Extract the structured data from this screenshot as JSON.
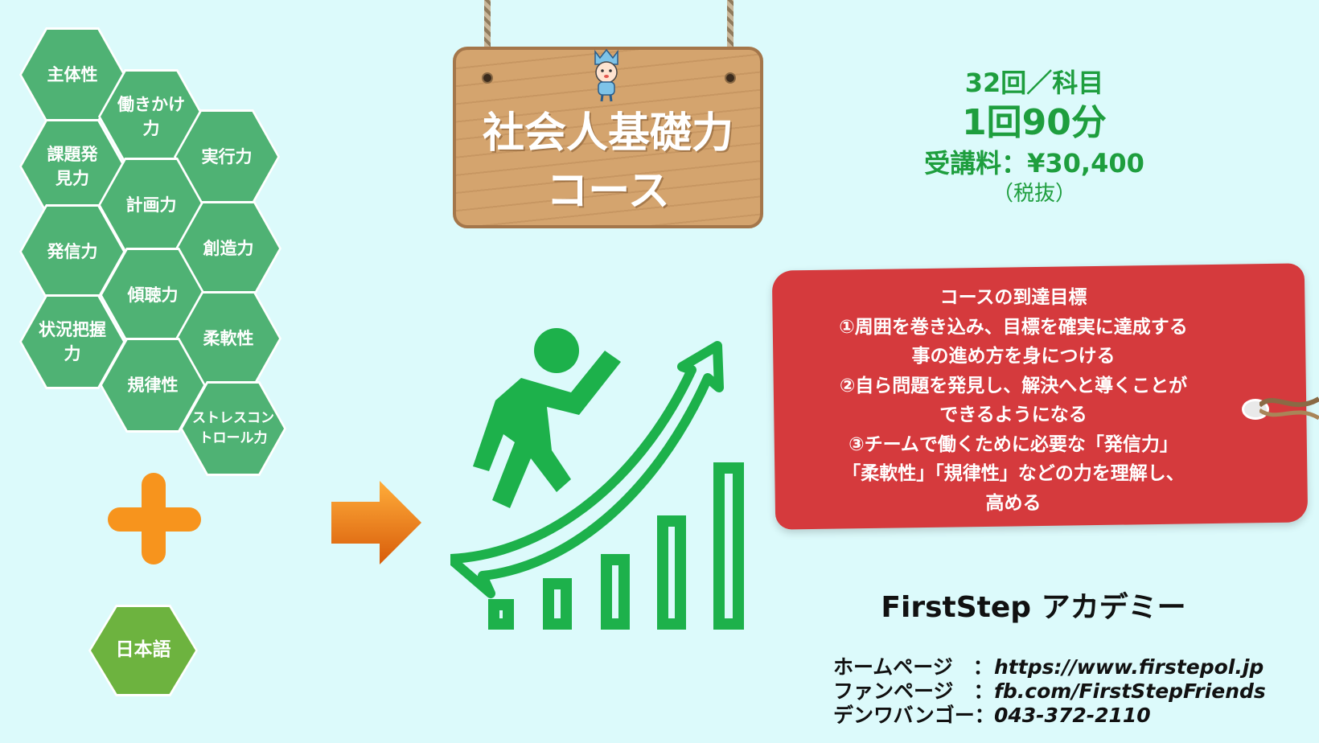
{
  "skills": [
    "主体性",
    "働きかけ力",
    "課題発見力",
    "実行力",
    "計画力",
    "発信力",
    "創造力",
    "傾聴力",
    "状況把握力",
    "柔軟性",
    "規律性",
    "ストレスコントロール力"
  ],
  "language": "日本語",
  "sign": {
    "line1": "社会人基礎力",
    "line2": "コース"
  },
  "course_info": {
    "sessions": "32回／科目",
    "duration": "1回90分",
    "fee": "受講料：¥30,400",
    "tax_note": "（税抜）"
  },
  "goals": {
    "title": "コースの到達目標",
    "lines": [
      "①周囲を巻き込み、目標を確実に達成する",
      "事の進め方を身につける",
      "②自ら問題を発見し、解決へと導くことが",
      "できるようになる",
      "③チームで働くために必要な「発信力」",
      "「柔軟性」「規律性」などの力を理解し、",
      "高める"
    ]
  },
  "company": "FirstStep アカデミー",
  "contact": {
    "homepage_label": "ホームページ　：",
    "homepage_value": "https://www.firstepol.jp",
    "fanpage_label": "ファンページ　：",
    "fanpage_value": "fb.com/FirstStepFriends",
    "phone_label": "デンワバンゴー：",
    "phone_value": "043-372-2110"
  },
  "colors": {
    "background": "#dcfafb",
    "skill_hex": "#4fb274",
    "language_hex": "#6db33f",
    "plus": "#f7941d",
    "accent_green": "#1e9e3e",
    "tag_red": "#d53a3d"
  },
  "icons": [
    "plus-icon",
    "right-arrow-icon",
    "climbing-person-icon",
    "growth-arrow-icon",
    "bar-chart-icon",
    "mascot-icon"
  ]
}
